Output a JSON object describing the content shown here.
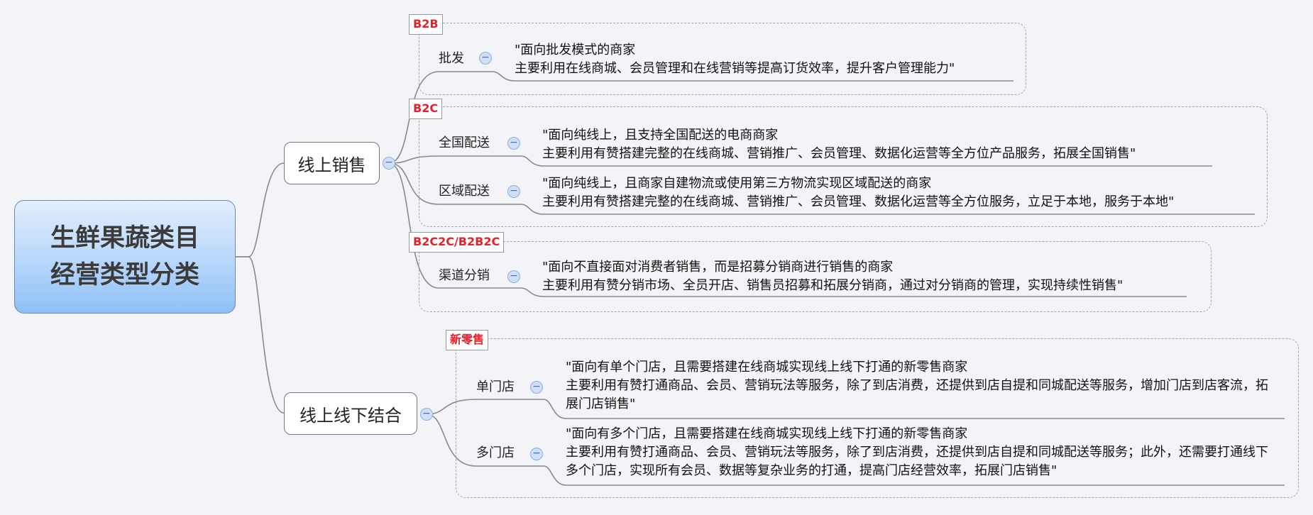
{
  "root": {
    "line1": "生鲜果蔬类目",
    "line2": "经营类型分类"
  },
  "branches": [
    {
      "label": "线上销售",
      "groups": [
        {
          "tag": "B2B",
          "items": [
            {
              "label": "批发",
              "desc": [
                "\"面向批发模式的商家",
                "主要利用在线商城、会员管理和在线营销等提高订货效率，提升客户管理能力\""
              ]
            }
          ]
        },
        {
          "tag": "B2C",
          "items": [
            {
              "label": "全国配送",
              "desc": [
                "\"面向纯线上，且支持全国配送的电商商家",
                "主要利用有赞搭建完整的在线商城、营销推广、会员管理、数据化运营等全方位产品服务，拓展全国销售\""
              ]
            },
            {
              "label": "区域配送",
              "desc": [
                "\"面向纯线上，且商家自建物流或使用第三方物流实现区域配送的商家",
                "主要利用有赞搭建完整的在线商城、营销推广、会员管理、数据化运营等全方位服务，立足于本地，服务于本地\""
              ]
            }
          ]
        },
        {
          "tag": "B2C2C/B2B2C",
          "items": [
            {
              "label": "渠道分销",
              "desc": [
                "\"面向不直接面对消费者销售，而是招募分销商进行销售的商家",
                "主要利用有赞分销市场、全员开店、销售员招募和拓展分销商，通过对分销商的管理，实现持续性销售\""
              ]
            }
          ]
        }
      ]
    },
    {
      "label": "线上线下结合",
      "groups": [
        {
          "tag": "新零售",
          "items": [
            {
              "label": "单门店",
              "desc": [
                "\"面向有单个门店，且需要搭建在线商城实现线上线下打通的新零售商家",
                "主要利用有赞打通商品、会员、营销玩法等服务，除了到店消费，还提供到店自提和同城配送等服务，增加门店到店客流，拓展门店销售\""
              ]
            },
            {
              "label": "多门店",
              "desc": [
                "\"面向有多个门店，且需要搭建在线商城实现线上线下打通的新零售商家",
                "主要利用有赞打通商品、会员、营销玩法等服务，除了到店消费，还提供到店自提和同城配送等服务；此外，还需要打通线下多个门店，实现所有会员、数据等复杂业务的打通，提高门店经营效率，拓展门店销售\""
              ]
            }
          ]
        }
      ]
    }
  ],
  "colors": {
    "tag_text": "#e8202a",
    "root_fill": "#b7d7fb",
    "line": "#8a8a8a"
  },
  "icons": {
    "collapse": "minus-circle-icon"
  }
}
